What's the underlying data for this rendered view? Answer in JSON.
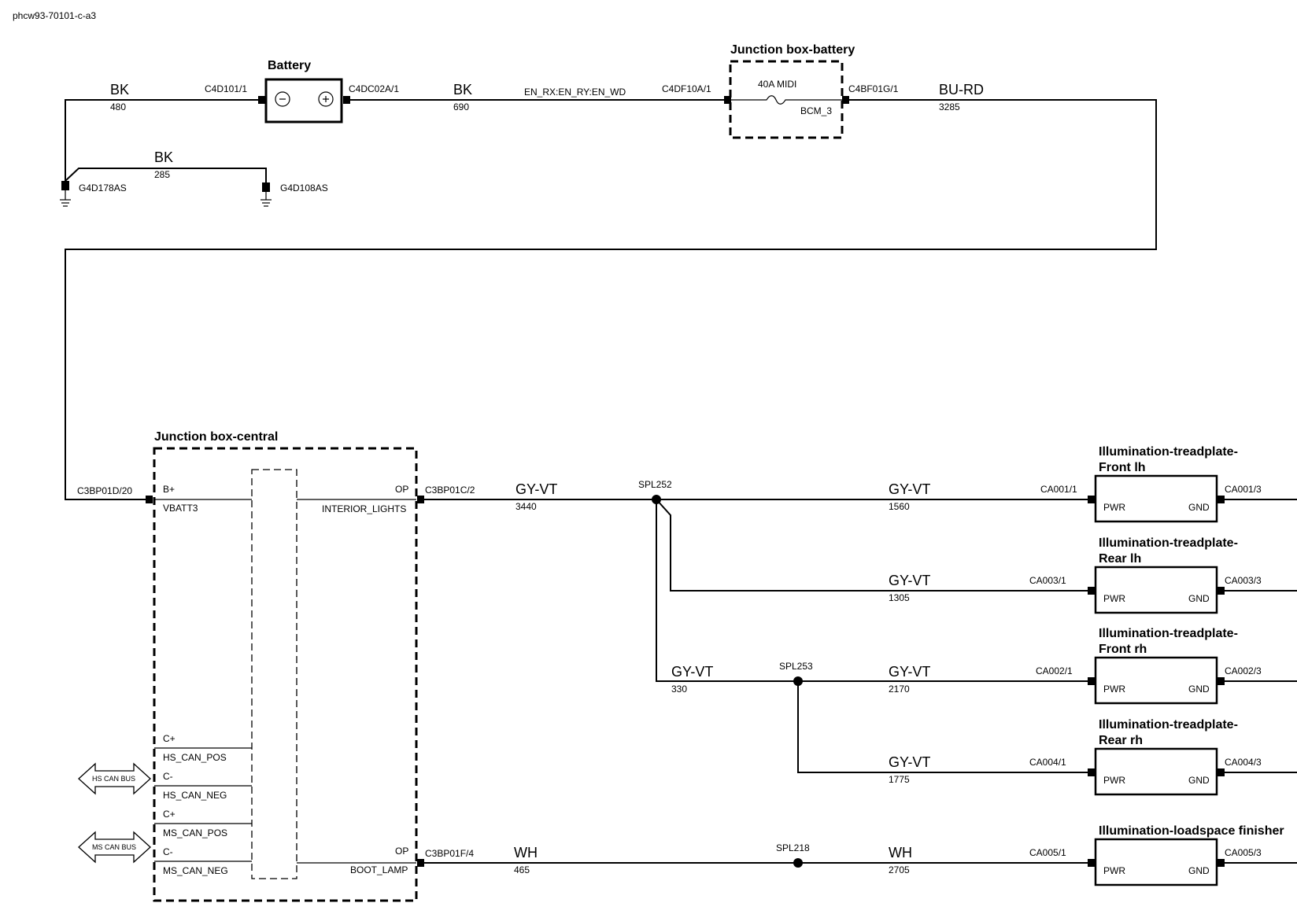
{
  "page_code": "phcw93-70101-c-a3",
  "battery": {
    "title": "Battery",
    "left_connector": "C4D101/1",
    "right_connector": "C4DC02A/1",
    "neg": "−",
    "pos": "+"
  },
  "jb_battery": {
    "title": "Junction box-battery",
    "in_connector": "C4DF10A/1",
    "fuse": "40A MIDI",
    "out_connector": "C4BF01G/1",
    "circuit": "BCM_3"
  },
  "wires_top": [
    {
      "color": "BK",
      "number": "480"
    },
    {
      "color": "BK",
      "number": "690"
    },
    {
      "label": "EN_RX:EN_RY:EN_WD"
    },
    {
      "color": "BU-RD",
      "number": "3285"
    },
    {
      "color": "BK",
      "number": "285"
    }
  ],
  "grounds": [
    "G4D178AS",
    "G4D108AS"
  ],
  "jb_central": {
    "title": "Junction box-central",
    "in_connector": "C3BP01D/20",
    "in_pin": "B+",
    "in_name": "VBATT3",
    "op_label_1": "OP",
    "op_name_1": "INTERIOR_LIGHTS",
    "op_connector_1": "C3BP01C/2",
    "op_label_2": "OP",
    "op_name_2": "BOOT_LAMP",
    "op_connector_2": "C3BP01F/4",
    "can_pins": [
      "C+",
      "HS_CAN_POS",
      "C-",
      "HS_CAN_NEG",
      "C+",
      "MS_CAN_POS",
      "C-",
      "MS_CAN_NEG"
    ]
  },
  "buses": [
    "HS CAN BUS",
    "MS CAN BUS"
  ],
  "splices": [
    "SPL252",
    "SPL253",
    "SPL218"
  ],
  "wires_main": [
    {
      "color": "GY-VT",
      "number": "3440"
    },
    {
      "color": "GY-VT",
      "number": "1560"
    },
    {
      "color": "GY-VT",
      "number": "1305"
    },
    {
      "color": "GY-VT",
      "number": "330"
    },
    {
      "color": "GY-VT",
      "number": "2170"
    },
    {
      "color": "GY-VT",
      "number": "1775"
    },
    {
      "color": "WH",
      "number": "465"
    },
    {
      "color": "WH",
      "number": "2705"
    }
  ],
  "components": [
    {
      "title1": "Illumination-treadplate-",
      "title2": "Front lh",
      "in": "CA001/1",
      "out": "CA001/3",
      "pin_in": "PWR",
      "pin_out": "GND"
    },
    {
      "title1": "Illumination-treadplate-",
      "title2": "Rear lh",
      "in": "CA003/1",
      "out": "CA003/3",
      "pin_in": "PWR",
      "pin_out": "GND"
    },
    {
      "title1": "Illumination-treadplate-",
      "title2": "Front rh",
      "in": "CA002/1",
      "out": "CA002/3",
      "pin_in": "PWR",
      "pin_out": "GND"
    },
    {
      "title1": "Illumination-treadplate-",
      "title2": "Rear rh",
      "in": "CA004/1",
      "out": "CA004/3",
      "pin_in": "PWR",
      "pin_out": "GND"
    },
    {
      "title1": "Illumination-loadspace finisher",
      "title2": "",
      "in": "CA005/1",
      "out": "CA005/3",
      "pin_in": "PWR",
      "pin_out": "GND"
    }
  ]
}
